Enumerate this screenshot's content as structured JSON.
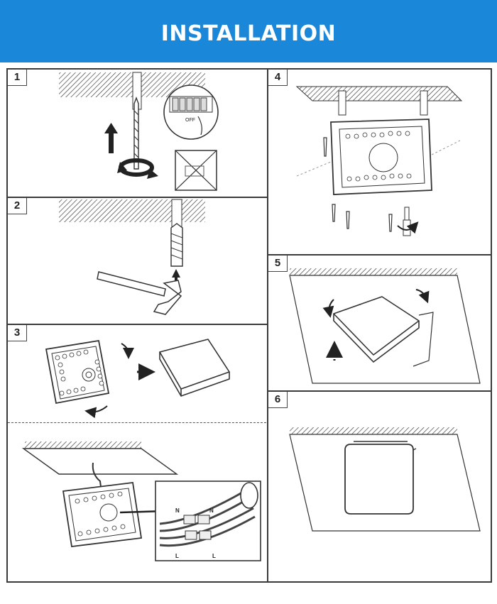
{
  "header": {
    "title": "INSTALLATION",
    "color": "#1a87d8"
  },
  "steps": [
    {
      "number": "1",
      "switch_label": "OFF"
    },
    {
      "number": "2"
    },
    {
      "number": "3"
    },
    {
      "number": "4"
    },
    {
      "number": "5"
    },
    {
      "number": "6"
    }
  ],
  "wiring": {
    "labels": [
      "N",
      "N",
      "L",
      "L"
    ]
  }
}
